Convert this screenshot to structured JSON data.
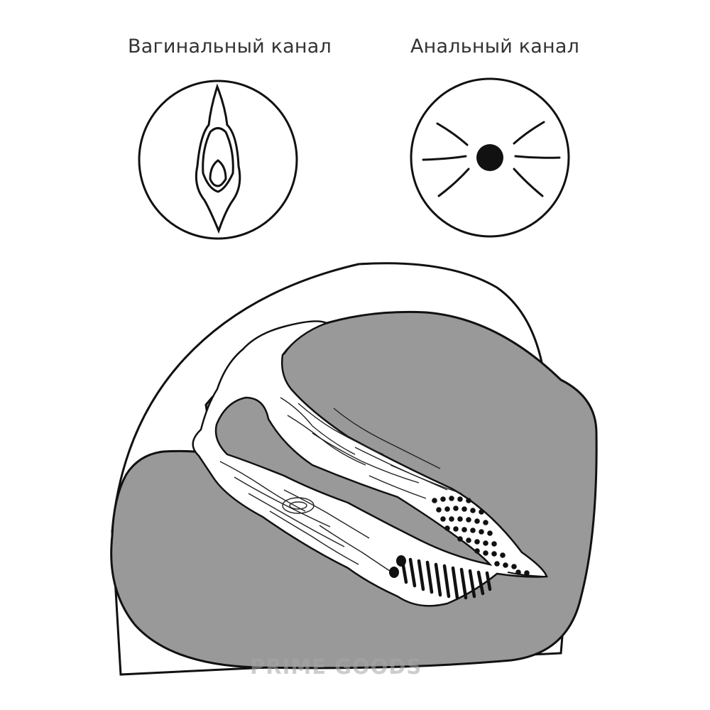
{
  "labels": {
    "vaginal": "Вагинальный канал",
    "anal": "Анальный канал"
  },
  "watermark": "PRIME GOODS",
  "colors": {
    "body_fill": "#999999",
    "outline": "#111111",
    "background": "#ffffff",
    "watermark": "#a6a6a6"
  },
  "icons": [
    "vaginal-opening-icon",
    "anal-opening-icon",
    "cross-section-illustration"
  ]
}
